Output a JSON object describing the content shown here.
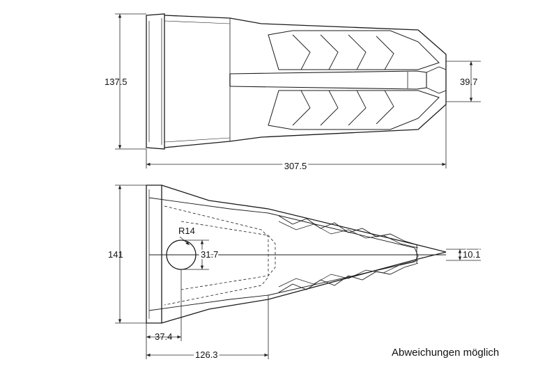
{
  "top_view": {
    "dim_length": "307.5",
    "dim_height": "137.5",
    "dim_tip": "39.7"
  },
  "bottom_view": {
    "dim_height": "141",
    "dim_radius": "R14",
    "dim_hole": "31.7",
    "dim_tip": "10.1",
    "dim_hole_offset": "37.4",
    "dim_pin_offset": "126.3"
  },
  "note": "Abweichungen möglich",
  "colors": {
    "line": "#1a1a1a",
    "dim_line": "#222222",
    "background": "#ffffff"
  }
}
